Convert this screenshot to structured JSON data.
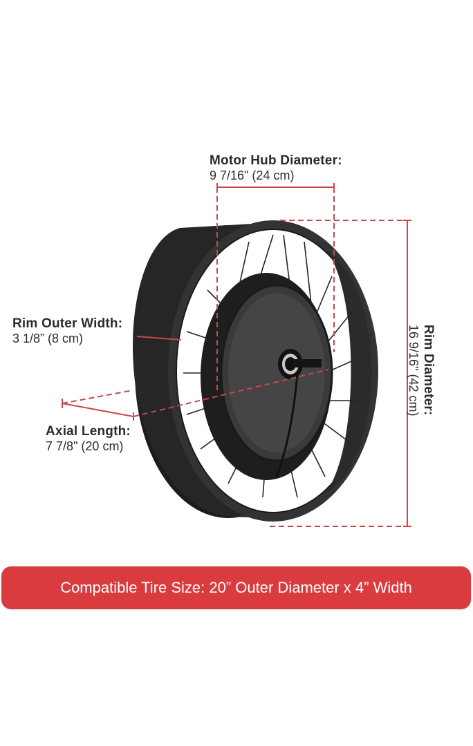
{
  "dimensions": {
    "motor_hub_diameter": {
      "title": "Motor Hub Diameter:",
      "value": "9 7/16\" (24 cm)"
    },
    "rim_outer_width": {
      "title": "Rim Outer Width:",
      "value": "3 1/8” (8 cm)"
    },
    "axial_length": {
      "title": "Axial Length:",
      "value": "7 7/8\" (20 cm)"
    },
    "rim_diameter": {
      "title": "Rim Diameter:",
      "value": "16 9/16\" (42 cm)"
    }
  },
  "banner": {
    "text": "Compatible Tire Size:  20” Outer Diameter x 4” Width"
  },
  "colors": {
    "accent": "#d93b3f",
    "dimension_line": "#c9474b",
    "wheel": "#2a2a2a"
  }
}
